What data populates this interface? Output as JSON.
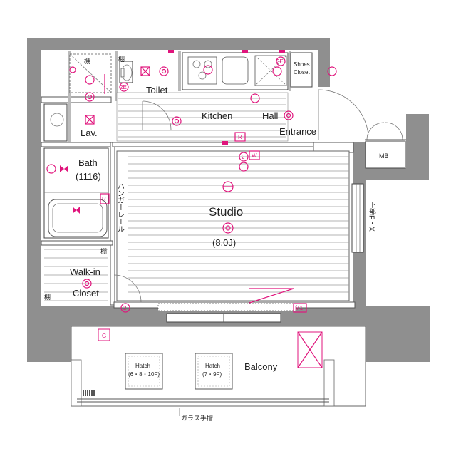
{
  "rooms": {
    "studio": "Studio",
    "studio_size": "(8.0J)",
    "kitchen": "Kitchen",
    "hall": "Hall",
    "entrance": "Entrance",
    "toilet": "Toilet",
    "lav": "Lav.",
    "bath": "Bath",
    "bath_size": "(1116)",
    "walkin_line1": "Walk-in",
    "walkin_line2": "Closet",
    "balcony": "Balcony",
    "mb": "MB",
    "shoes_line1": "Shoes",
    "shoes_line2": "Closet"
  },
  "shelves": {
    "shelf": "棚"
  },
  "vertical": {
    "hanger_rail": "ハンガーレール",
    "lower_floor": "下部F・X"
  },
  "hatches": [
    {
      "line1": "Hatch",
      "line2": "(6・8・10F)"
    },
    {
      "line1": "Hatch",
      "line2": "(7・9F)"
    }
  ],
  "railing_label": "ガラス手摺",
  "symbols": {
    "washer": "W",
    "fridge": "R",
    "ac": "R",
    "gas": "G",
    "m1": "M1",
    "two": "2",
    "two_e": "2E"
  }
}
